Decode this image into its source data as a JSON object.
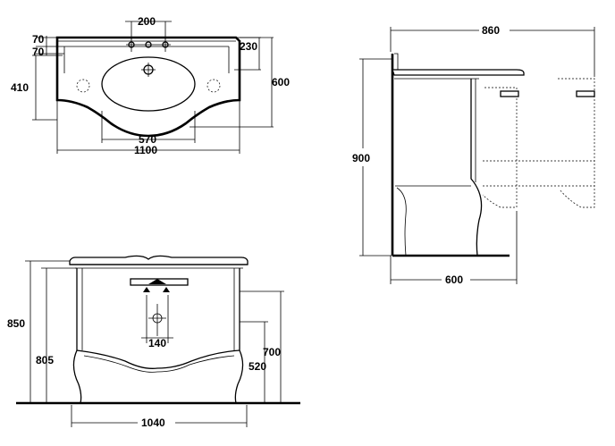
{
  "top_view": {
    "dims": {
      "tap_spacing": "200",
      "edge_70_a": "70",
      "edge_70_b": "70",
      "rear_230": "230",
      "depth_600": "600",
      "side_410": "410",
      "bowl_570": "570",
      "width_1100": "1100"
    }
  },
  "side_view": {
    "dims": {
      "depth_860": "860",
      "height_900": "900",
      "base_600": "600"
    }
  },
  "front_view": {
    "dims": {
      "height_850": "850",
      "height_805": "805",
      "height_700": "700",
      "height_520": "520",
      "drain_140": "140",
      "width_1040": "1040"
    }
  }
}
